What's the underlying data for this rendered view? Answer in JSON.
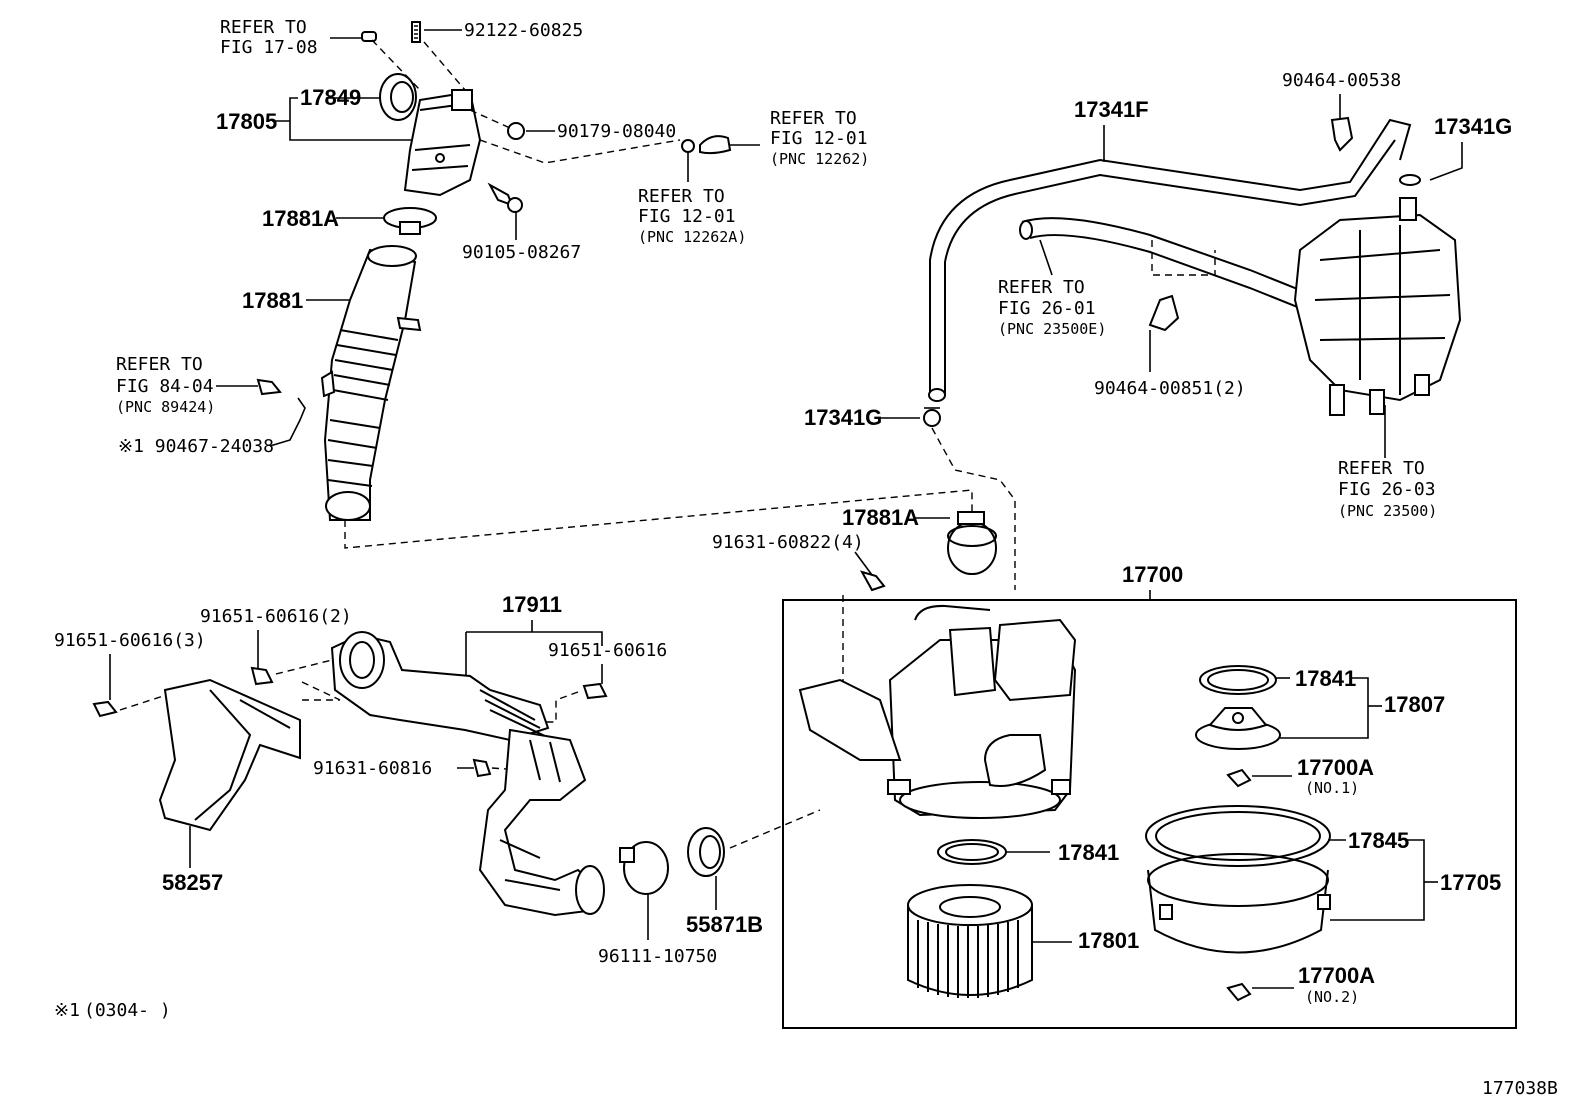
{
  "figure_id": "177038B",
  "footnote": {
    "mark": "※1",
    "text": "(0304-      )"
  },
  "labels": {
    "refer_1708_a": "REFER TO",
    "refer_1708_b": "FIG 17-08",
    "p92122": "92122-60825",
    "p17849": "17849",
    "p17805": "17805",
    "p90179": "90179-08040",
    "refer_1201_a": "REFER TO",
    "refer_1201_b": "FIG 12-01",
    "refer_1201_c": "(PNC 12262)",
    "refer_1201b_a": "REFER TO",
    "refer_1201b_b": "FIG 12-01",
    "refer_1201b_c": "(PNC 12262A)",
    "p17881A_top": "17881A",
    "p90105": "90105-08267",
    "p17881": "17881",
    "refer_8404_a": "REFER TO",
    "refer_8404_b": "FIG 84-04",
    "refer_8404_c": "(PNC 89424)",
    "p90467": "※1 90467-24038",
    "p17341F": "17341F",
    "p90464_538": "90464-00538",
    "p17341G_top": "17341G",
    "refer_2601_a": "REFER TO",
    "refer_2601_b": "FIG 26-01",
    "refer_2601_c": "(PNC 23500E)",
    "p90464_851": "90464-00851(2)",
    "p17341G_left": "17341G",
    "refer_2603_a": "REFER TO",
    "refer_2603_b": "FIG 26-03",
    "refer_2603_c": "(PNC 23500)",
    "p17881A_mid": "17881A",
    "p91631_822": "91631-60822(4)",
    "p17700": "17700",
    "p17911": "17911",
    "p91651_2": "91651-60616(2)",
    "p91651_3": "91651-60616(3)",
    "p91651": "91651-60616",
    "p91631_816": "91631-60816",
    "p58257": "58257",
    "p96111": "96111-10750",
    "p55871B": "55871B",
    "p17841_top": "17841",
    "p17807": "17807",
    "p17700A_1": "17700A",
    "p17700A_1_sub": "(NO.1)",
    "p17845": "17845",
    "p17705": "17705",
    "p17841_mid": "17841",
    "p17801": "17801",
    "p17700A_2": "17700A",
    "p17700A_2_sub": "(NO.2)"
  }
}
